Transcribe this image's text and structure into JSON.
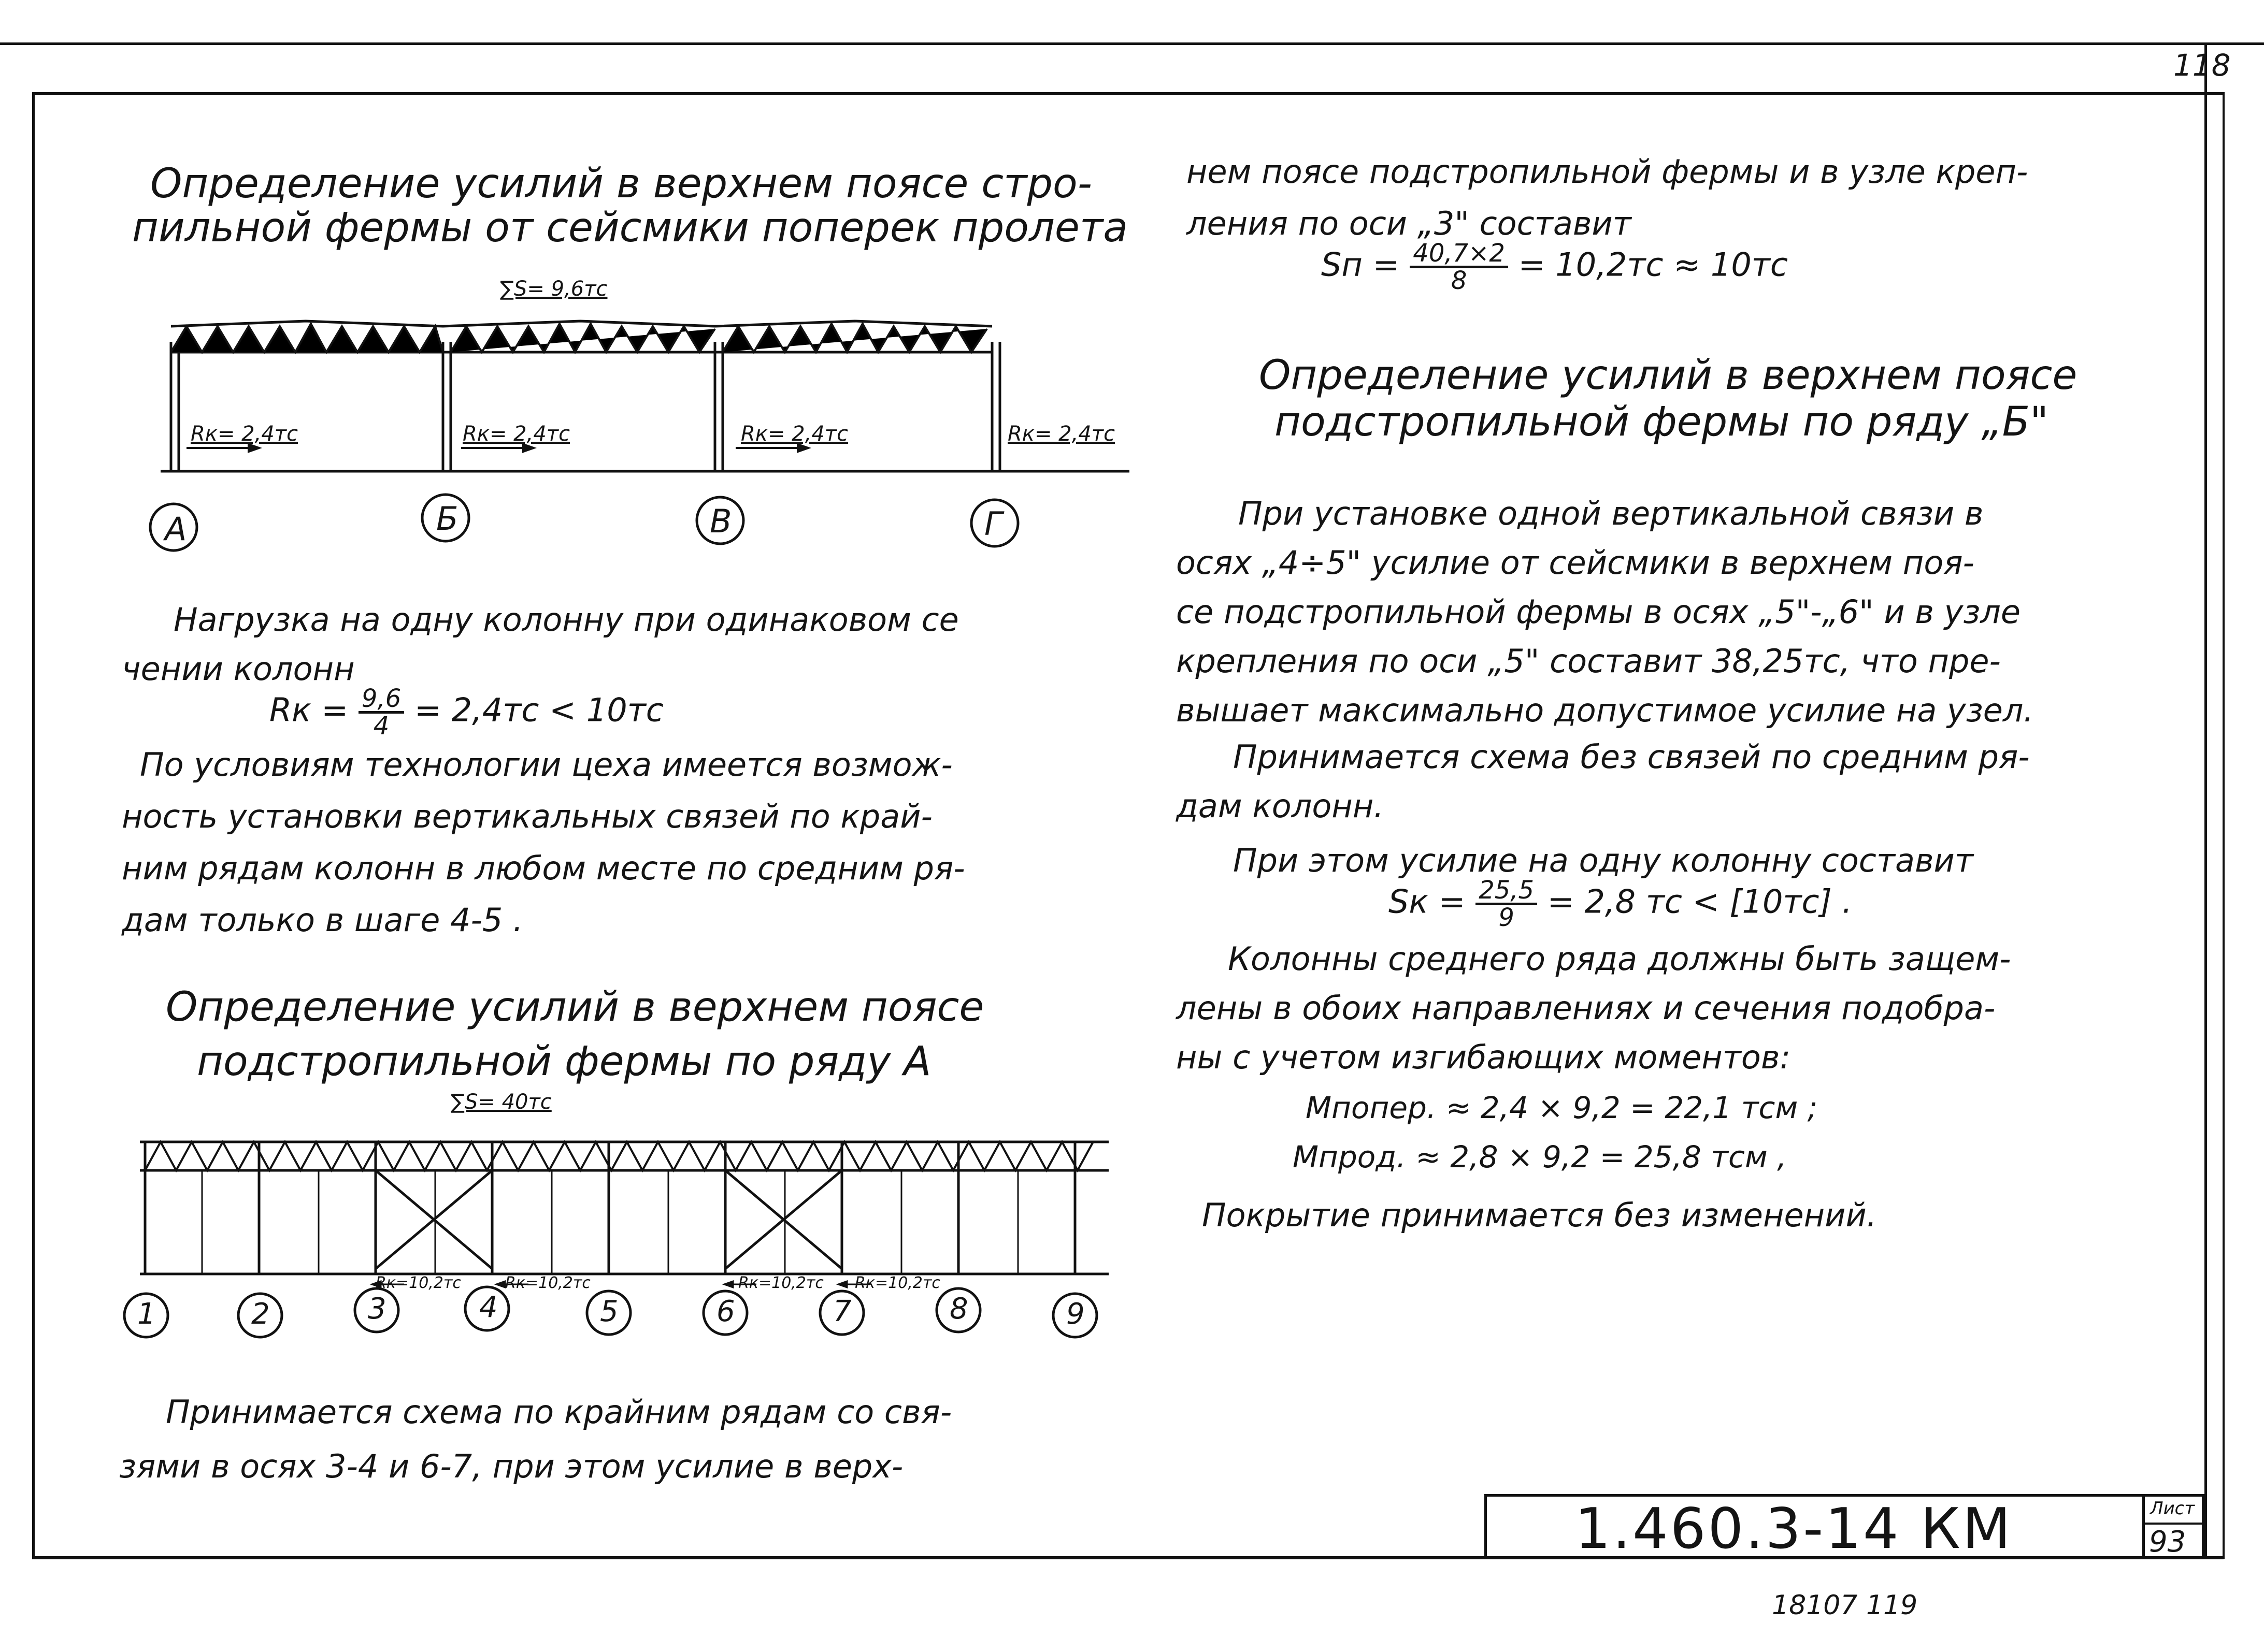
{
  "page_number_top": "118",
  "left": {
    "heading1": [
      "Определение усилий в верхнем поясе стро-",
      "пильной фермы от сейсмики поперек пролета"
    ],
    "sum1": "∑S= 9,6тс",
    "rk1": [
      "Rк= 2,4тс",
      "Rк= 2,4тс",
      "Rк= 2,4тс",
      "Rк= 2,4тс"
    ],
    "axes1": [
      "А",
      "Б",
      "В",
      "Г"
    ],
    "para1": [
      "Нагрузка на одну колонну при одинаковом се",
      "чении колонн"
    ],
    "formula_rk": {
      "lhs": "Rк =",
      "num": "9,6",
      "den": "4",
      "rhs": "= 2,4тс < 10тс"
    },
    "para2": [
      "По условиям технологии цеха имеется возмож-",
      "ность установки вертикальных связей по край-",
      "ним рядам колонн в любом месте по средним ря-",
      "дам только в шаге 4-5 ."
    ],
    "heading2": [
      "Определение усилий в верхнем поясе",
      "подстропильной фермы по ряду А"
    ],
    "sum2": "∑S= 40тс",
    "axes2": [
      "1",
      "2",
      "3",
      "4",
      "5",
      "6",
      "7",
      "8",
      "9"
    ],
    "rk2": [
      "Rк=10,2тс",
      "Rк=10,2тс",
      "Rк=10,2тс",
      "Rк=10,2тс"
    ],
    "para3": [
      "Принимается схема по крайним рядам со свя-",
      "зями в осях 3-4 и 6-7, при этом усилие в верх-"
    ]
  },
  "right": {
    "para_top": [
      "нем поясе подстропильной фермы и в узле креп-",
      "ления по оси „3\" составит"
    ],
    "formula_sn": {
      "lhs": "Sп =",
      "num": "40,7×2",
      "den": "8",
      "rhs": "= 10,2тс ≈ 10тс"
    },
    "heading3": [
      "Определение усилий в верхнем поясе",
      "подстропильной фермы по ряду „Б\""
    ],
    "para4": [
      "При установке одной вертикальной связи в",
      "осях „4÷5\" усилие от сейсмики в верхнем поя-",
      "се подстропильной фермы в осях „5\"-„6\" и в узле",
      "крепления по оси „5\" составит 38,25тс, что пре-",
      "вышает максимально допустимое усилие на узел."
    ],
    "para5": [
      "Принимается схема без связей по средним ря-",
      "дам колонн."
    ],
    "para6": "При этом усилие на одну колонну составит",
    "formula_sk": {
      "lhs": "Sк =",
      "num": "25,5",
      "den": "9",
      "rhs": "= 2,8 тс < [10тс] ."
    },
    "para7": [
      "Колонны среднего ряда должны быть защем-",
      "лены в обоих направлениях и сечения подобра-",
      "ны с учетом изгибающих моментов:"
    ],
    "m1": "Mпопер. ≈ 2,4 × 9,2 = 22,1 тсм ;",
    "m2": "Mпрод. ≈ 2,8 × 9,2 = 25,8 тсм ,",
    "para8": "Покрытие принимается без изменений."
  },
  "stamp": {
    "code": "1.460.3-14 КМ",
    "sheet_label": "Лист",
    "sheet": "93"
  },
  "bottom_numbers": "18107 119"
}
